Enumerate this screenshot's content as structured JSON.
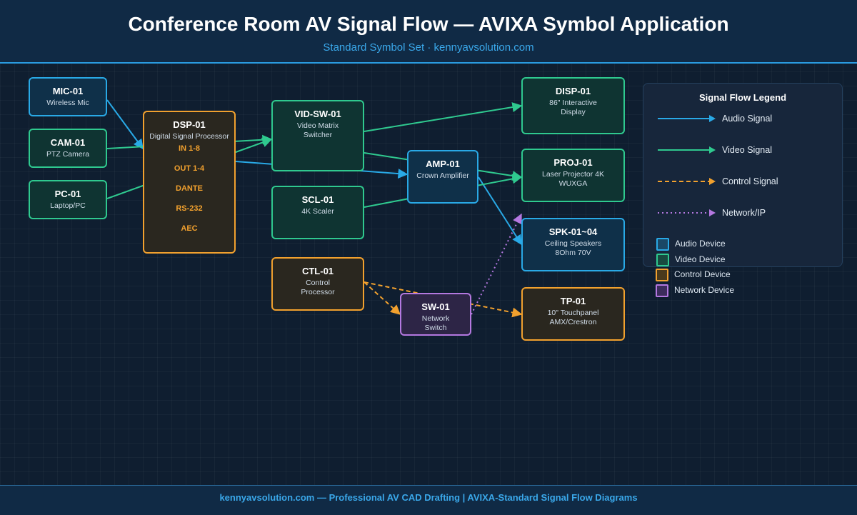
{
  "header": {
    "title": "Conference Room AV Signal Flow — AVIXA Symbol Application",
    "subtitle": "Standard Symbol Set · kennyavsolution.com"
  },
  "devices": {
    "mic01": {
      "id": "MIC-01",
      "desc": "Wireless Mic"
    },
    "cam01": {
      "id": "CAM-01",
      "desc": "PTZ Camera"
    },
    "pc01": {
      "id": "PC-01",
      "desc": "Laptop/PC"
    },
    "dsp01": {
      "id": "DSP-01",
      "desc": "Digital Signal Processor",
      "ports": [
        "IN 1-8",
        "OUT 1-4",
        "DANTE",
        "RS-232",
        "AEC"
      ]
    },
    "vidsw01": {
      "id": "VID-SW-01",
      "desc": "Video Matrix Switcher"
    },
    "scl01": {
      "id": "SCL-01",
      "desc": "4K Scaler"
    },
    "ctl01": {
      "id": "CTL-01",
      "desc": "Control Processor"
    },
    "amp01": {
      "id": "AMP-01",
      "desc": "Crown Amplifier"
    },
    "sw01": {
      "id": "SW-01",
      "desc": "Network Switch"
    },
    "disp01": {
      "id": "DISP-01",
      "desc": "86\" Interactive Display"
    },
    "proj01": {
      "id": "PROJ-01",
      "desc": "Laser Projector 4K WUXGA"
    },
    "spk01": {
      "id": "SPK-01~04",
      "desc": "Ceiling Speakers 8Ohm 70V"
    },
    "tp01": {
      "id": "TP-01",
      "desc": "10\" Touchpanel AMX/Crestron"
    }
  },
  "legend": {
    "title": "Signal Flow Legend",
    "signals": [
      {
        "label": "Audio Signal",
        "color": "#29a9e6",
        "style": "solid"
      },
      {
        "label": "Video Signal",
        "color": "#2fc98f",
        "style": "solid"
      },
      {
        "label": "Control Signal",
        "color": "#f2a12e",
        "style": "dashed"
      },
      {
        "label": "Network/IP",
        "color": "#b478e0",
        "style": "dotted"
      }
    ],
    "devices": [
      {
        "label": "Audio Device",
        "color": "#29a9e6"
      },
      {
        "label": "Video Device",
        "color": "#2fc98f"
      },
      {
        "label": "Control Device",
        "color": "#f2a12e"
      },
      {
        "label": "Network Device",
        "color": "#b478e0"
      }
    ]
  },
  "colors": {
    "audio": "#29a9e6",
    "video": "#2fc98f",
    "control": "#f2a12e",
    "network": "#b478e0"
  },
  "footer": {
    "text": "kennyavsolution.com — Professional AV CAD Drafting | AVIXA-Standard Signal Flow Diagrams"
  }
}
